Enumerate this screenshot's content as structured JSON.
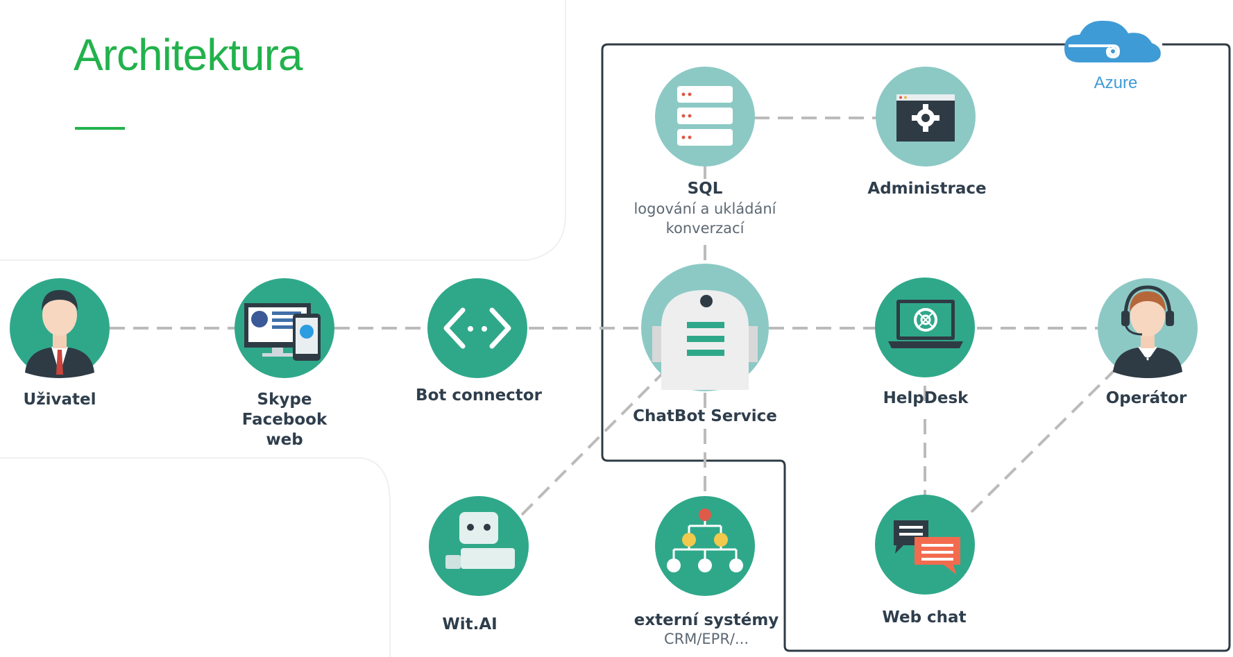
{
  "title": "Architektura",
  "colors": {
    "accent": "#22b24c",
    "node_teal": "#2fa88a",
    "node_light": "#8cc9c5",
    "line": "#bbbbbb",
    "azure": "#3f9bd6"
  },
  "azure": {
    "label": "Azure",
    "icon": "cloud-icon"
  },
  "nodes": {
    "uzivatel": {
      "label": "Uživatel",
      "icon": "user-icon"
    },
    "skype": {
      "line1": "Skype",
      "line2": "Facebook",
      "line3": "web",
      "icon": "devices-icon"
    },
    "bot_connector": {
      "label": "Bot connector",
      "icon": "code-brackets-icon"
    },
    "sql": {
      "label": "SQL",
      "line2": "logování a ukládání",
      "line3": "konverzací",
      "icon": "database-icon"
    },
    "administrace": {
      "label": "Administrace",
      "icon": "gear-window-icon"
    },
    "chatbot": {
      "label": "ChatBot Service",
      "icon": "robot-icon"
    },
    "helpdesk": {
      "label": "HelpDesk",
      "icon": "laptop-lifebuoy-icon"
    },
    "operator": {
      "label": "Operátor",
      "icon": "operator-headset-icon"
    },
    "witai": {
      "label": "Wit.AI",
      "icon": "robot-head-icon"
    },
    "externi": {
      "label": "externí systémy",
      "line2": "CRM/EPR/...",
      "icon": "hierarchy-icon"
    },
    "webchat": {
      "label": "Web chat",
      "icon": "chat-bubbles-icon"
    }
  }
}
